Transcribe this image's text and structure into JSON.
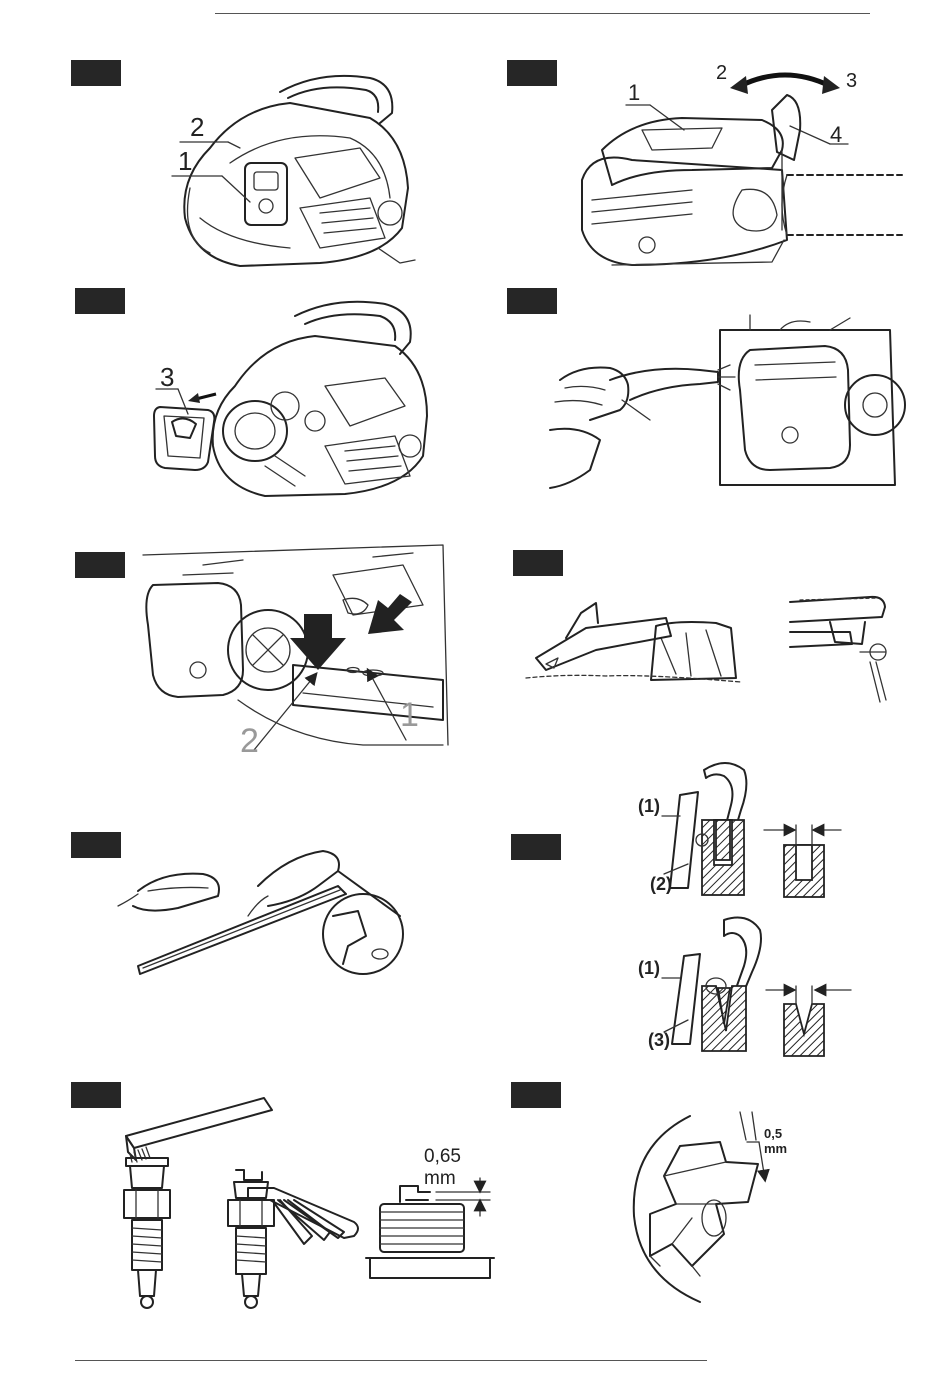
{
  "figures": {
    "fig1": {
      "labels": [
        "1",
        "2"
      ]
    },
    "fig2": {
      "labels": [
        "1",
        "2",
        "3",
        "4"
      ]
    },
    "fig3": {
      "labels": [
        "3"
      ]
    },
    "fig4": {
      "labels": []
    },
    "fig5": {
      "labels": [
        "1",
        "2"
      ]
    },
    "fig6": {
      "labels": []
    },
    "fig7": {
      "labels": []
    },
    "fig8": {
      "labels_top": [
        "(1)",
        "(2)"
      ],
      "labels_bottom": [
        "(1)",
        "(3)"
      ]
    },
    "fig9": {
      "dimension": "0,65 mm"
    },
    "fig10": {
      "dimension": "0,5 mm"
    }
  },
  "icons": [
    "chainsaw-drawing",
    "arrow-icon",
    "spark-plug-drawing",
    "brush-drawing",
    "feeler-gauge-drawing",
    "sprocket-drawing"
  ]
}
